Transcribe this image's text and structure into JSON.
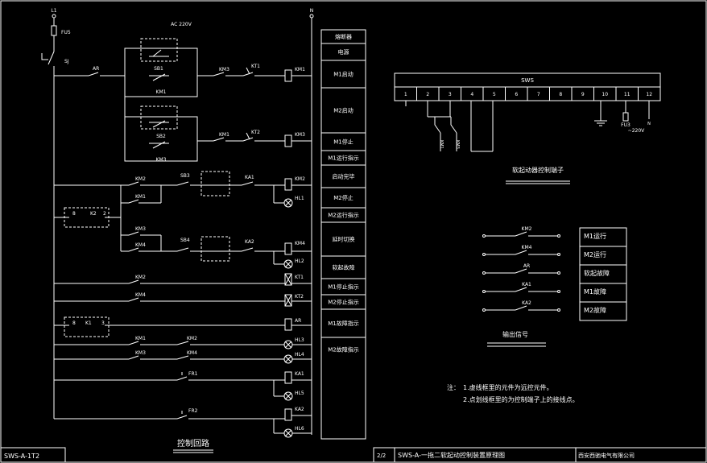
{
  "bus": {
    "left": "L1",
    "right": "N"
  },
  "fuse_main": "FU5",
  "switch_main": "SJ",
  "supply_label": "AC 220V",
  "rungs": [
    {
      "contacts": [
        "AR",
        "KM3",
        "KT1"
      ],
      "coil": "KM1",
      "parallel": [
        "SB1",
        "KM1"
      ]
    },
    {
      "contacts": [
        "KM1",
        "KT2"
      ],
      "coil": "KM3",
      "parallel": [
        "SB2",
        "KM3"
      ]
    },
    {
      "contacts": [
        "KM2",
        "SB3",
        "KA1"
      ],
      "coil": "KM2",
      "parallel": [
        "KM1"
      ],
      "lamp": "HL1"
    },
    {
      "contacts": [
        "KM3",
        "SB4",
        "KA2"
      ],
      "coil": "KM4",
      "parallel": [
        "KM4"
      ],
      "lamp": "HL2"
    },
    {
      "contacts": [
        "KM2"
      ],
      "coil": "KT1"
    },
    {
      "contacts": [
        "KM4"
      ],
      "coil": "KT2"
    },
    {
      "coil": "AR"
    },
    {
      "contacts": [
        "KM1",
        "KM2"
      ],
      "lamp": "HL3"
    },
    {
      "contacts": [
        "KM3",
        "KM4"
      ],
      "lamp": "HL4"
    },
    {
      "contacts": [
        "FR1"
      ],
      "coil": "KA1",
      "lamp": "HL5"
    },
    {
      "contacts": [
        "FR2"
      ],
      "coil": "KA2",
      "lamp": "HL6"
    }
  ],
  "selector_k2": {
    "name": "K2",
    "left": "8",
    "right": "2"
  },
  "selector_k1": {
    "name": "K1",
    "left": "8",
    "right": "3"
  },
  "function_table": [
    "熔断器",
    "电源",
    "M1启动",
    "M2启动",
    "M1停止",
    "M1运行指示",
    "启动完毕",
    "M2停止",
    "M2运行指示",
    "延时切换",
    "软起故障",
    "M1停止指示",
    "M2停止指示",
    "M1故障指示",
    "M2故障指示"
  ],
  "control_circuit_title": "控制回路",
  "sws": {
    "title": "SWS",
    "terminals": [
      "1",
      "2",
      "3",
      "4",
      "5",
      "6",
      "7",
      "8",
      "9",
      "10",
      "11",
      "12"
    ],
    "wire_labels": [
      "KM1",
      "KM3"
    ],
    "fuse": "FU3",
    "voltage": "~220V",
    "n_label": "N",
    "caption": "软起动器控制端子"
  },
  "outputs": {
    "contacts": [
      "KM2",
      "KM4",
      "AR",
      "KA1",
      "KA2"
    ],
    "labels": [
      "M1运行",
      "M2运行",
      "软起故障",
      "M1故障",
      "M2故障"
    ],
    "caption": "输出信号"
  },
  "notes": {
    "prefix": "注：",
    "lines": [
      "1.虚线框里的元件为远控元件。",
      "2.点划线框里的为控制端子上的接线点。"
    ]
  },
  "title_block": {
    "drawing_no": "SWS-A-1T2",
    "sheet": "2/2",
    "title": "SWS-A-一拖二软起动控制装置原理图",
    "company": "西安西驰电气有限公司"
  }
}
